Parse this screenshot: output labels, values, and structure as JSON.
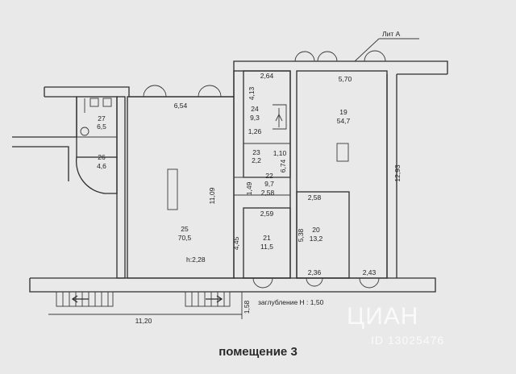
{
  "header": {
    "liter": "Лит  А"
  },
  "rooms": [
    {
      "id": "r27",
      "number": "27",
      "area": "6,5"
    },
    {
      "id": "r26",
      "number": "26",
      "area": "4,6"
    },
    {
      "id": "r25",
      "number": "25",
      "area": "70,5"
    },
    {
      "id": "r24",
      "number": "24",
      "area": "9,3"
    },
    {
      "id": "r23",
      "number": "23",
      "area": "2,2"
    },
    {
      "id": "r22",
      "number": "22",
      "area": "9,7"
    },
    {
      "id": "r21",
      "number": "21",
      "area": "11,5"
    },
    {
      "id": "r20",
      "number": "20",
      "area": "13,2"
    },
    {
      "id": "r19",
      "number": "19",
      "area": "54,7"
    }
  ],
  "dimensions": {
    "d654": "6,54",
    "d1109": "11,09",
    "dh228": "h:2,28",
    "d264": "2,64",
    "d413": "4,13",
    "d126": "1,26",
    "d110": "1,10",
    "d674": "6,74",
    "d149": "1,49",
    "d258a": "2,58",
    "d259": "2,59",
    "d445": "4,45",
    "d538": "5,38",
    "d258b": "2,58",
    "d570": "5,70",
    "d1293": "12,93",
    "d236": "2,36",
    "d243": "2,43",
    "d1120": "11,20",
    "d158": "1,58"
  },
  "note": {
    "depth": "заглубление H : 1,50"
  },
  "caption": "помещение 3",
  "watermark": {
    "brand": "ЦИАН",
    "id": "ID 13025476"
  }
}
